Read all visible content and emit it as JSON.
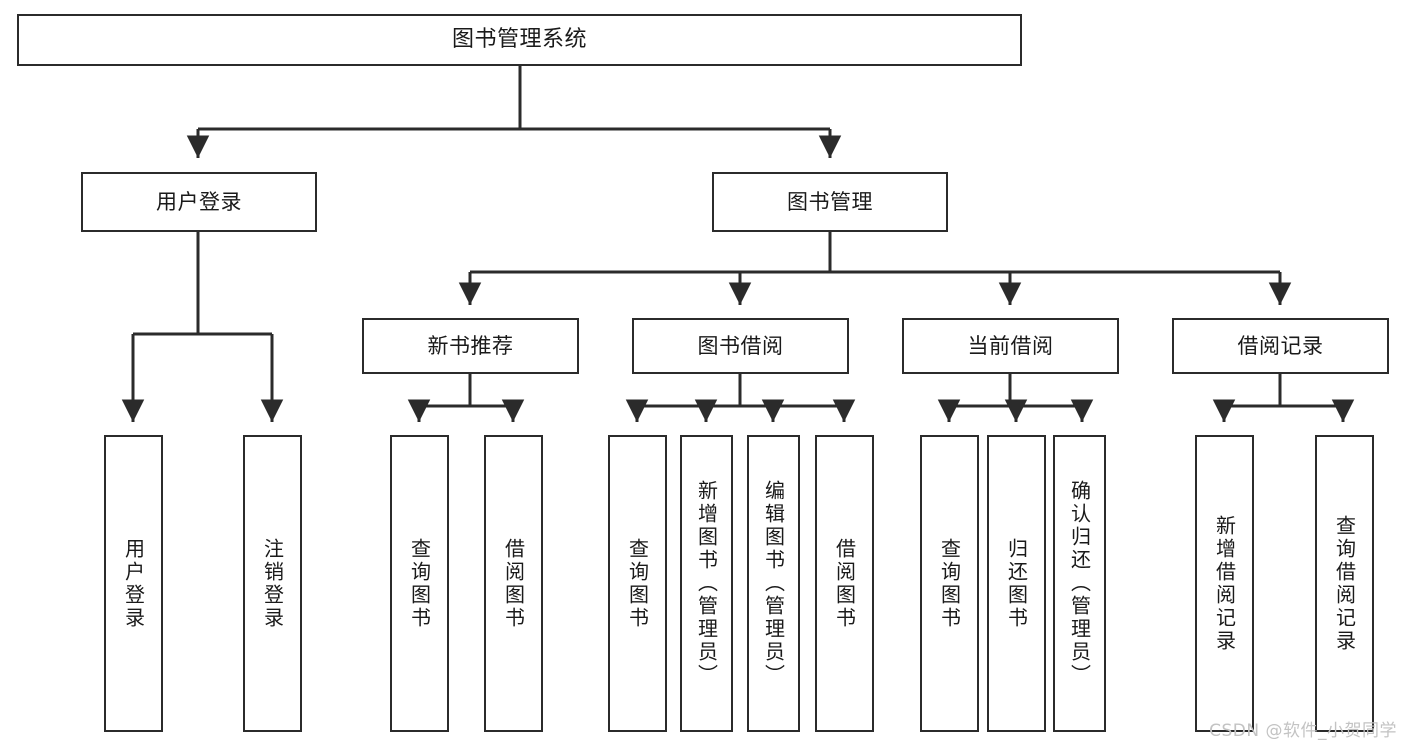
{
  "diagram": {
    "title": "图书管理系统",
    "type": "tree-hierarchy-diagram",
    "colors": {
      "box_border": "#2b2b2b",
      "box_fill": "#ffffff",
      "edge": "#2b2b2b",
      "text": "#1a1a1a",
      "watermark": "#c3c3c3",
      "background": "#ffffff"
    },
    "root": {
      "label": "图书管理系统"
    },
    "level2": [
      {
        "label": "用户登录"
      },
      {
        "label": "图书管理"
      }
    ],
    "level3": [
      {
        "label": "新书推荐"
      },
      {
        "label": "图书借阅"
      },
      {
        "label": "当前借阅"
      },
      {
        "label": "借阅记录"
      }
    ],
    "leaves": {
      "user_login": [
        {
          "label": "用户登录"
        },
        {
          "label": "注销登录"
        }
      ],
      "new_book_recommend": [
        {
          "label": "查询图书"
        },
        {
          "label": "借阅图书"
        }
      ],
      "book_borrow": [
        {
          "label": "查询图书"
        },
        {
          "label": "新增图书（管理员）"
        },
        {
          "label": "编辑图书（管理员）"
        },
        {
          "label": "借阅图书"
        }
      ],
      "current_borrow": [
        {
          "label": "查询图书"
        },
        {
          "label": "归还图书"
        },
        {
          "label": "确认归还（管理员）"
        }
      ],
      "borrow_record": [
        {
          "label": "新增借阅记录"
        },
        {
          "label": "查询借阅记录"
        }
      ]
    }
  },
  "watermark": {
    "text": "CSDN @软件_小贺同学"
  }
}
